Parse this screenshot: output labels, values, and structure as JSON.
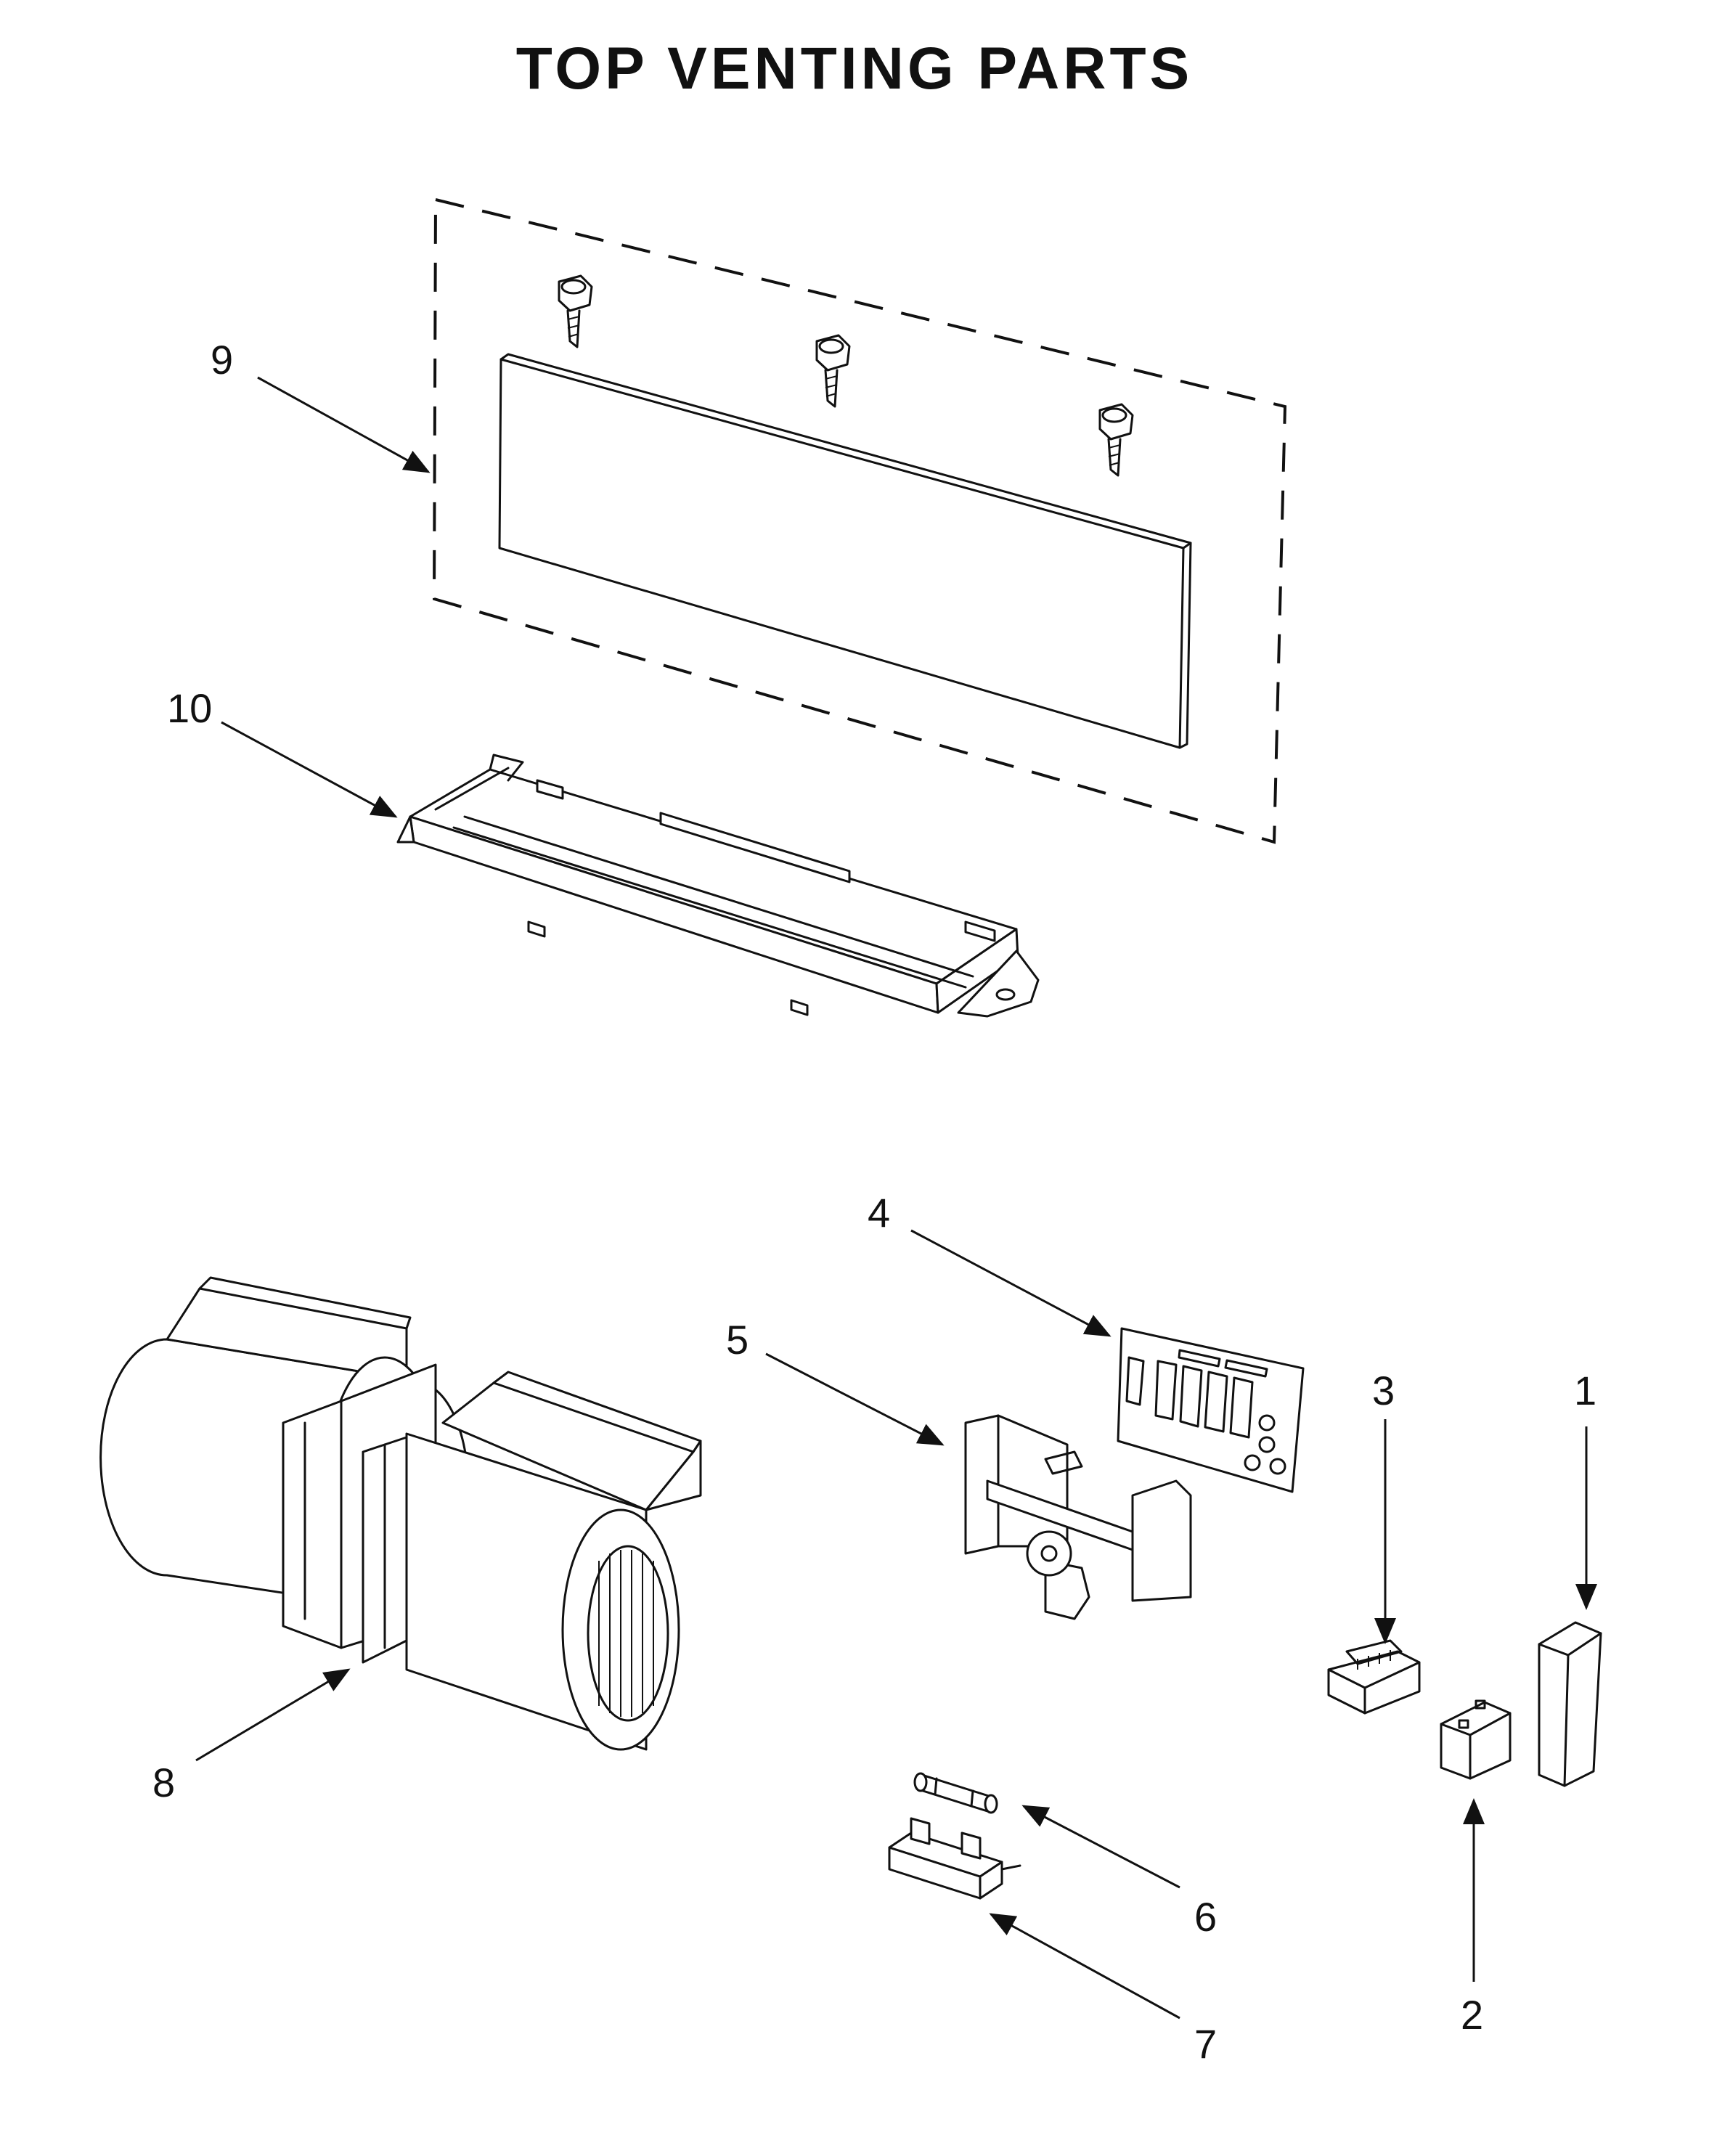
{
  "title": "TOP VENTING PARTS",
  "callouts": [
    {
      "id": "1",
      "label": "1"
    },
    {
      "id": "2",
      "label": "2"
    },
    {
      "id": "3",
      "label": "3"
    },
    {
      "id": "4",
      "label": "4"
    },
    {
      "id": "5",
      "label": "5"
    },
    {
      "id": "6",
      "label": "6"
    },
    {
      "id": "7",
      "label": "7"
    },
    {
      "id": "8",
      "label": "8"
    },
    {
      "id": "9",
      "label": "9"
    },
    {
      "id": "10",
      "label": "10"
    }
  ]
}
